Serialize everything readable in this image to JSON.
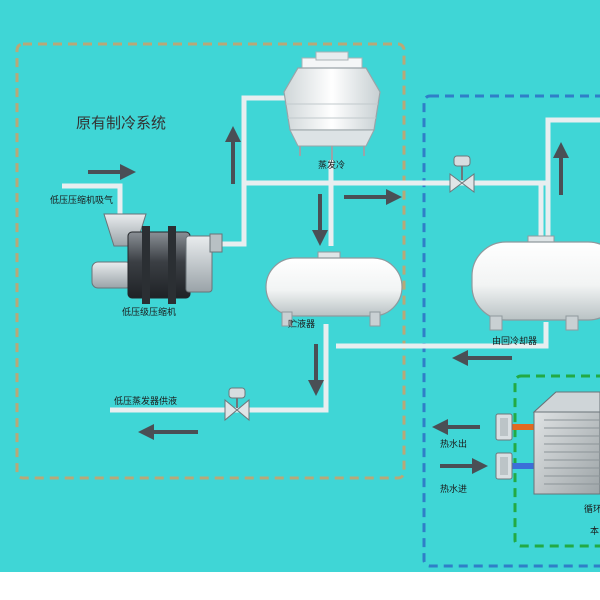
{
  "colors": {
    "background": "#3fd6d6",
    "bottom_band": "#ffffff",
    "pipe": "#e8eef0",
    "arrow": "#4a4f55",
    "original_system_border": "#b8a878",
    "new_system_border": "#2f7fc8",
    "heat_pump_border": "#22aa44",
    "hot_water_pipe": "#e06a20",
    "cold_water_pipe": "#3b6fd8"
  },
  "labels": {
    "original_system_title": "原有制冷系统",
    "compressor_suction": "低压压缩机吸气",
    "compressor": "低压级压缩机",
    "condenser": "蒸发冷",
    "receiver": "贮液器",
    "evaporator_supply": "低压蒸发器供液",
    "return_pipe": "由回冷却器",
    "hot_water_out": "热水出",
    "hot_water_in": "热水进",
    "heat_pump_partial_1": "循环",
    "heat_pump_partial_2": "本"
  },
  "icons": [
    "cooling-tower-icon",
    "screw-compressor-icon",
    "valve-icon",
    "tank-icon",
    "heat-pump-unit-icon",
    "flow-arrow-icon"
  ]
}
